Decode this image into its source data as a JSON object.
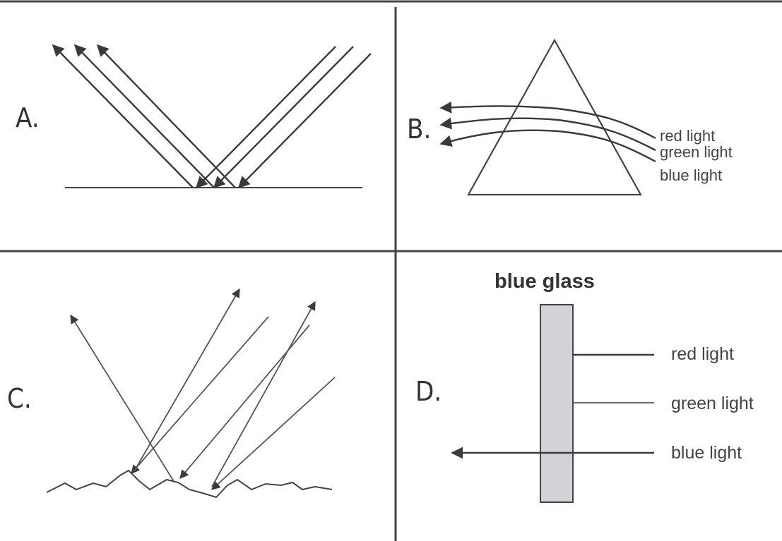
{
  "panels": {
    "a": {
      "letter": "A."
    },
    "b": {
      "letter": "B.",
      "labels": [
        "red light",
        "green light",
        "blue light"
      ]
    },
    "c": {
      "letter": "C."
    },
    "d": {
      "letter": "D.",
      "title": "blue glass",
      "labels": [
        "red light",
        "green light",
        "blue light"
      ]
    }
  },
  "colors": {
    "line": "#3a3a3a",
    "glass_fill": "#d2d3d6",
    "grid": "#444444"
  }
}
